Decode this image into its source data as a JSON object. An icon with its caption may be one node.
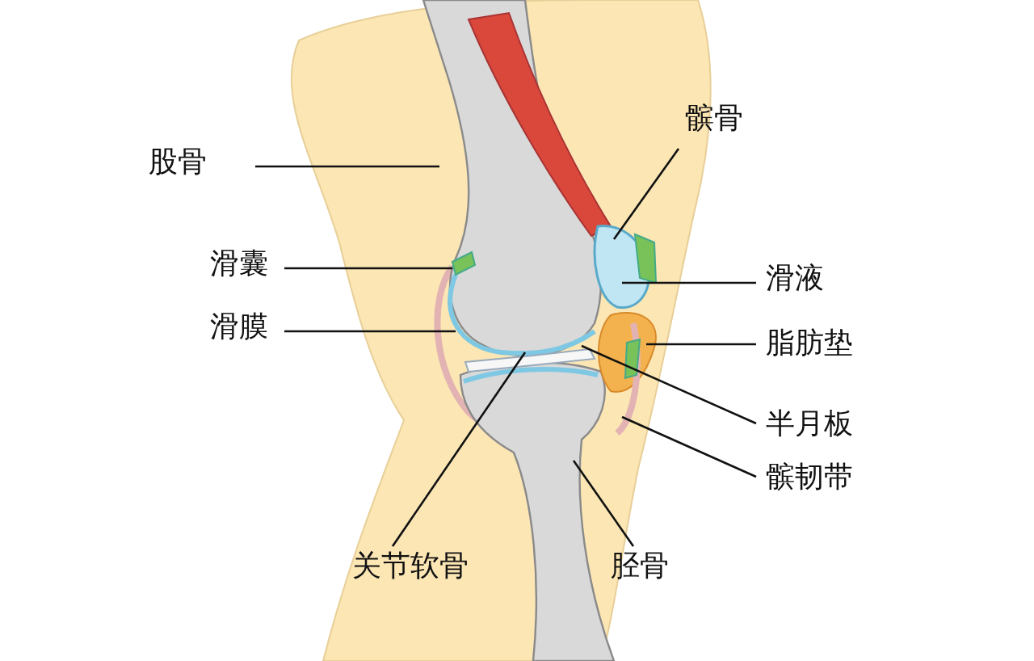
{
  "diagram": {
    "nodes": [
      {
        "text": [
          "股骨"
        ]
      },
      {
        "text": [
          "髌骨"
        ]
      },
      {
        "text": [
          "滑囊"
        ]
      },
      {
        "text": [
          "滑液"
        ]
      },
      {
        "text": [
          "滑膜"
        ]
      },
      {
        "text": [
          "脂肪垫"
        ]
      },
      {
        "text": [
          "半月板"
        ]
      },
      {
        "text": [
          "髌韧带"
        ]
      },
      {
        "text": [
          "关节软骨"
        ]
      },
      {
        "text": [
          "胫骨"
        ]
      }
    ],
    "edges": [
      {
        "from": 0,
        "to": null,
        "arrow": "none"
      },
      {
        "from": 1,
        "to": null,
        "arrow": "none"
      },
      {
        "from": 2,
        "to": null,
        "arrow": "none"
      },
      {
        "from": 3,
        "to": null,
        "arrow": "none"
      },
      {
        "from": 4,
        "to": null,
        "arrow": "none"
      },
      {
        "from": 5,
        "to": null,
        "arrow": "none"
      },
      {
        "from": 6,
        "to": null,
        "arrow": "none"
      },
      {
        "from": 7,
        "to": null,
        "arrow": "none"
      },
      {
        "from": 8,
        "to": null,
        "arrow": "none"
      },
      {
        "from": 9,
        "to": null,
        "arrow": "none"
      }
    ]
  }
}
